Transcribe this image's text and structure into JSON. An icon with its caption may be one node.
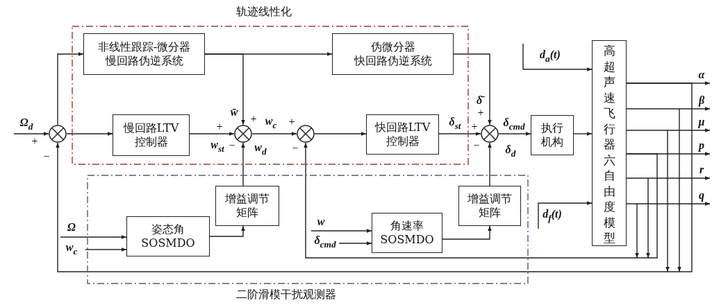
{
  "diagram": {
    "nodes": [
      {
        "text": [
          "轨迹线性化"
        ]
      },
      {
        "text": [
          "二阶滑模干扰观测器"
        ]
      },
      {
        "text": [
          "非线性跟踪-微分器",
          "慢回路伪逆系统"
        ],
        "in": 0
      },
      {
        "text": [
          "伪微分器",
          "快回路伪逆系统"
        ],
        "in": 0
      },
      {
        "text": [],
        "shape": "circle"
      },
      {
        "text": [
          "慢回路LTV控制器"
        ],
        "in": 0
      },
      {
        "text": [],
        "shape": "circle",
        "in": 0
      },
      {
        "text": [],
        "shape": "circle",
        "in": 0
      },
      {
        "text": [
          "快回路LTV控制器"
        ],
        "in": 0
      },
      {
        "text": [],
        "shape": "circle"
      },
      {
        "text": [
          "执行机构"
        ]
      },
      {
        "text": [
          "高超声速飞行器六自由度模型"
        ]
      },
      {
        "text": [
          "增益调节矩阵"
        ],
        "in": 1
      },
      {
        "text": [
          "姿态角SOSMDO"
        ],
        "in": 1
      },
      {
        "text": [
          "增益调节矩阵"
        ],
        "in": 1
      },
      {
        "text": [
          "角速率SOSMDO"
        ],
        "in": 1
      }
    ],
    "edges": [
      {
        "from": null,
        "to": 4,
        "arrow": "to",
        "label": "Ω$_{d}$"
      },
      {
        "from": 4,
        "to": 2,
        "arrow": "to"
      },
      {
        "from": 4,
        "to": 5,
        "arrow": "to"
      },
      {
        "from": 2,
        "to": 6,
        "arrow": "to",
        "label": "w̄"
      },
      {
        "from": 2,
        "to": 3,
        "arrow": "to"
      },
      {
        "from": 5,
        "to": 6,
        "arrow": "to",
        "label": "w$_{st}$"
      },
      {
        "from": 12,
        "to": 6,
        "arrow": "to",
        "label": "w$_{d}$"
      },
      {
        "from": 6,
        "to": 7,
        "arrow": "to",
        "label": "w$_{c}$"
      },
      {
        "from": 7,
        "to": 8,
        "arrow": "to"
      },
      {
        "from": 8,
        "to": 9,
        "arrow": "to",
        "label": "δ$_{st}$"
      },
      {
        "from": 3,
        "to": 9,
        "arrow": "to",
        "label": "δ̄"
      },
      {
        "from": 14,
        "to": 9,
        "arrow": "to",
        "label": "δ$_{d}$"
      },
      {
        "from": 9,
        "to": 10,
        "arrow": "to",
        "label": "δ$_{cmd}$"
      },
      {
        "from": 10,
        "to": 11,
        "arrow": "to"
      },
      {
        "from": null,
        "to": 11,
        "arrow": "to",
        "label": "d$_{a}$(t)"
      },
      {
        "from": null,
        "to": 11,
        "arrow": "to",
        "label": "d$_{f}$(t)"
      },
      {
        "from": 11,
        "to": null,
        "arrow": "to",
        "label": "α"
      },
      {
        "from": 11,
        "to": null,
        "arrow": "to",
        "label": "β"
      },
      {
        "from": 11,
        "to": null,
        "arrow": "to",
        "label": "μ"
      },
      {
        "from": 11,
        "to": null,
        "arrow": "to",
        "label": "p"
      },
      {
        "from": 11,
        "to": null,
        "arrow": "to",
        "label": "r"
      },
      {
        "from": 11,
        "to": null,
        "arrow": "to",
        "label": "q"
      },
      {
        "from": 11,
        "to": 4,
        "arrow": "to"
      },
      {
        "from": 11,
        "to": 7,
        "arrow": "to"
      },
      {
        "from": 13,
        "to": 12,
        "arrow": "to"
      },
      {
        "from": 15,
        "to": 14,
        "arrow": "to"
      },
      {
        "from": null,
        "to": 13,
        "arrow": "to",
        "label": "Ω"
      },
      {
        "from": null,
        "to": 13,
        "arrow": "to",
        "label": "w$_{c}$"
      },
      {
        "from": null,
        "to": 15,
        "arrow": "to",
        "label": "w"
      },
      {
        "from": null,
        "to": 15,
        "arrow": "to",
        "label": "δ$_{cmd}$"
      }
    ],
    "labels": [
      "+",
      "−",
      "+",
      "+",
      "−",
      "+",
      "−",
      "+",
      "+",
      "−"
    ]
  }
}
